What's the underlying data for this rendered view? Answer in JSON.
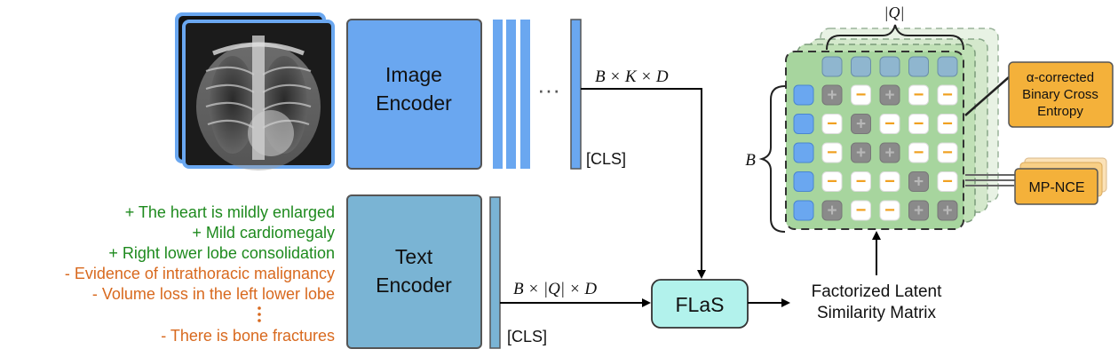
{
  "image_encoder": {
    "line1": "Image",
    "line2": "Encoder"
  },
  "text_encoder": {
    "line1": "Text",
    "line2": "Encoder"
  },
  "image_feature_dots": "···",
  "image_cls": "[CLS]",
  "text_cls": "[CLS]",
  "image_dims": "B × K × D",
  "text_dims": "B × |Q| × D",
  "flas": "FLaS",
  "matrix_caption": {
    "line1": "Factorized Latent",
    "line2": "Similarity Matrix"
  },
  "brace_q": "|Q|",
  "brace_b": "B",
  "bce_loss": {
    "line1": "α-corrected",
    "line2": "Binary Cross",
    "line3": "Entropy"
  },
  "mp_nce": "MP-NCE",
  "findings": [
    {
      "text": "+ The heart is mildly enlarged",
      "polarity": "positive"
    },
    {
      "text": "+ Mild cardiomegaly",
      "polarity": "positive"
    },
    {
      "text": "+ Right lower lobe consolidation",
      "polarity": "positive"
    },
    {
      "text": "- Evidence of intrathoracic malignancy",
      "polarity": "negative"
    },
    {
      "text": "-  Volume loss in the left lower lobe",
      "polarity": "negative"
    },
    {
      "text": "- There is bone fractures",
      "polarity": "negative"
    }
  ],
  "similarity_matrix": [
    [
      "+",
      "−",
      "+",
      "−",
      "−"
    ],
    [
      "−",
      "+",
      "−",
      "−",
      "−"
    ],
    [
      "−",
      "+",
      "+",
      "−",
      "−"
    ],
    [
      "−",
      "−",
      "−",
      "+",
      "−"
    ],
    [
      "+",
      "−",
      "−",
      "+",
      "+"
    ]
  ],
  "colors": {
    "positive": "#1e8a1e",
    "negative": "#d8691e",
    "image_encoder": "#6aa7f0",
    "text_encoder": "#7ab4d4",
    "flas": "#b2f2ec",
    "matrix_bg": "#a7d59e",
    "loss": "#f4b13a"
  }
}
